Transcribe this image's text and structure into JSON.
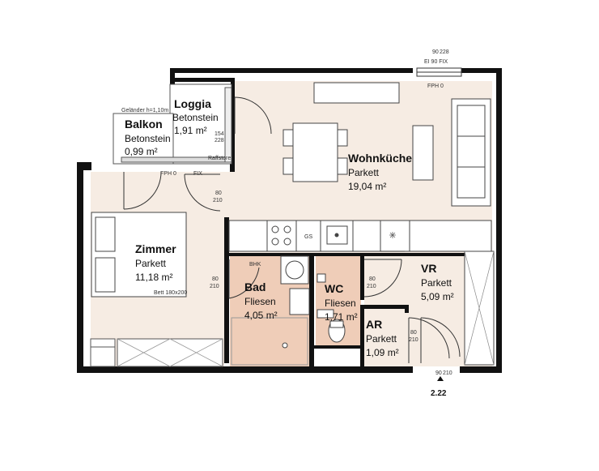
{
  "rooms": {
    "loggia": {
      "name": "Loggia",
      "material": "Betonstein",
      "area": "1,91 m²"
    },
    "balkon": {
      "name": "Balkon",
      "material": "Betonstein",
      "area": "0,99 m²"
    },
    "wohnkueche": {
      "name": "Wohnküche",
      "material": "Parkett",
      "area": "19,04 m²"
    },
    "zimmer": {
      "name": "Zimmer",
      "material": "Parkett",
      "area": "11,18 m²"
    },
    "bad": {
      "name": "Bad",
      "material": "Fliesen",
      "area": "4,05 m²"
    },
    "wc": {
      "name": "WC",
      "material": "Fliesen",
      "area": "1,71 m²"
    },
    "vr": {
      "name": "VR",
      "material": "Parkett",
      "area": "5,09 m²"
    },
    "ar": {
      "name": "AR",
      "material": "Parkett",
      "area": "1,09 m²"
    }
  },
  "labels": {
    "gelaender": "Geländer h=1,10m",
    "fph0": "FPH 0",
    "fix": "FIX",
    "fph0_top": "FPH 0",
    "ei90": "EI 90 FIX",
    "dim_90": "90",
    "dim_228": "228",
    "bhk": "BHK",
    "gs": "GS",
    "bett": "Bett 180x200",
    "unit_number": "2.22",
    "raffstore": "Raffstore",
    "door_80": "80",
    "door_210": "210",
    "w154": "154",
    "w228b": "228"
  },
  "colors": {
    "room_fill": "#f6ece3",
    "wet_fill": "#efcdb8",
    "wall": "#111111",
    "balcony_fill": "#ffffff"
  }
}
